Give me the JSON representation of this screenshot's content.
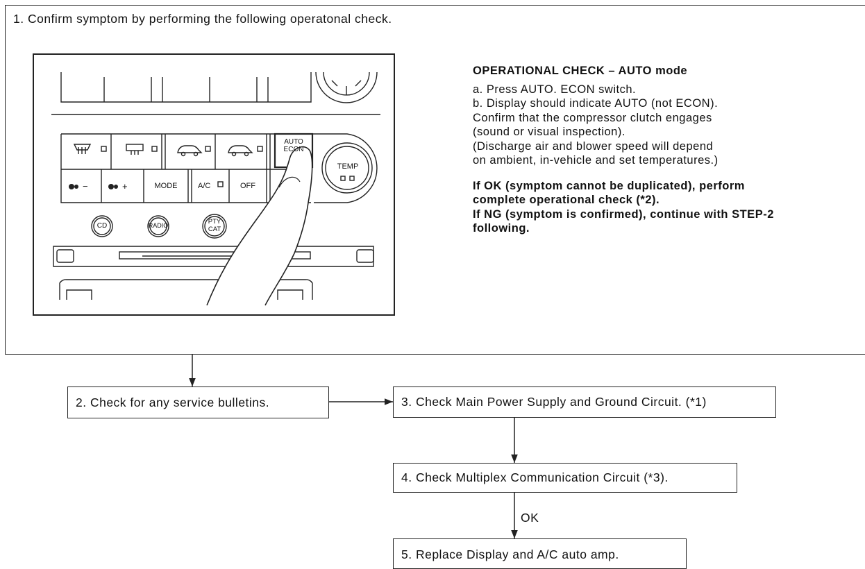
{
  "step1": {
    "text": "1. Confirm symptom by performing the following operatonal check."
  },
  "operational_check": {
    "title": "OPERATIONAL CHECK – AUTO mode",
    "lines": [
      "a. Press AUTO. ECON switch.",
      "b. Display should indicate AUTO (not ECON).",
      "Confirm that the compressor clutch engages",
      "(sound or visual inspection).",
      "(Discharge air and blower speed will depend",
      "on ambient, in-vehicle and set temperatures.)"
    ],
    "result_lines": [
      "If OK (symptom cannot be duplicated), perform",
      "complete operational check (*2).",
      "If NG (symptom is confirmed), continue with STEP-2",
      "following."
    ]
  },
  "panel": {
    "auto_econ": [
      "AUTO",
      "ECON"
    ],
    "temp_label": "TEMP",
    "fan_minus": "−",
    "fan_plus": "+",
    "mode": "MODE",
    "ac": "A/C",
    "off": "OFF",
    "cd": "CD",
    "radio": "RADIO",
    "pty_cat": [
      "PTY",
      "CAT"
    ]
  },
  "flow": {
    "step2": "2. Check for any service bulletins.",
    "step3": "3. Check Main Power Supply and Ground Circuit. (*1)",
    "step4": "4. Check Multiplex Communication Circuit (*3).",
    "ok": "OK",
    "step5": "5. Replace Display and A/C auto amp."
  }
}
